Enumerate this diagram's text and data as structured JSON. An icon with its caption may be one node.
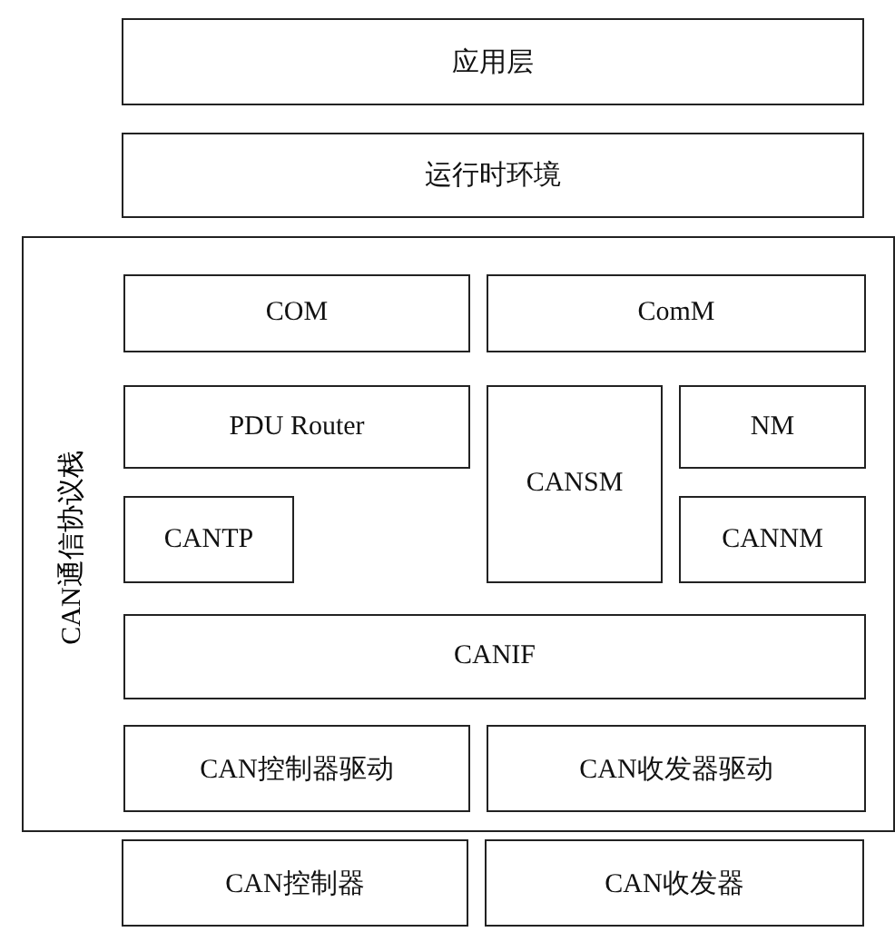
{
  "diagram": {
    "nodes": [
      {
        "text": [
          "应用层"
        ]
      },
      {
        "text": [
          "运行时环境"
        ]
      },
      {
        "text": [
          "CAN通信协议栈"
        ]
      },
      {
        "text": [
          "COM"
        ],
        "in": 2
      },
      {
        "text": [
          "ComM"
        ],
        "in": 2
      },
      {
        "text": [
          "PDU Router"
        ],
        "in": 2
      },
      {
        "text": [
          "CANSM"
        ],
        "in": 2
      },
      {
        "text": [
          "NM"
        ],
        "in": 2
      },
      {
        "text": [
          "CANTP"
        ],
        "in": 2
      },
      {
        "text": [
          "CANNM"
        ],
        "in": 2
      },
      {
        "text": [
          "CANIF"
        ],
        "in": 2
      },
      {
        "text": [
          "CAN控制器驱动"
        ],
        "in": 2
      },
      {
        "text": [
          "CAN收发器驱动"
        ],
        "in": 2
      },
      {
        "text": [
          "CAN控制器"
        ]
      },
      {
        "text": [
          "CAN收发器"
        ]
      }
    ],
    "edges": []
  }
}
